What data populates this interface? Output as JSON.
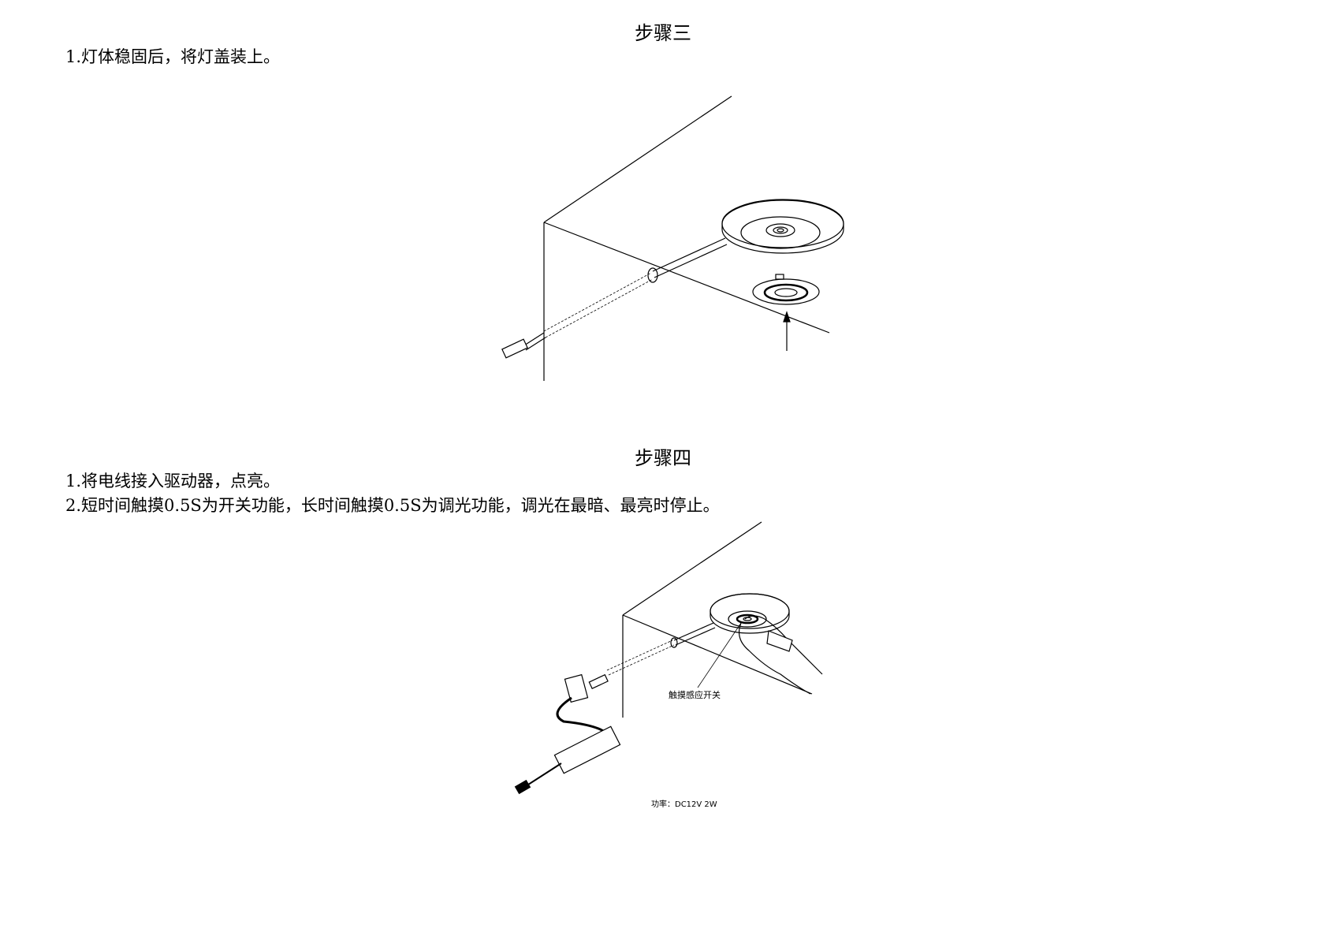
{
  "step3": {
    "title": "步骤三",
    "instructions": [
      "1.灯体稳固后，将灯盖装上。"
    ]
  },
  "step4": {
    "title": "步骤四",
    "instructions": [
      "1.将电线接入驱动器，点亮。",
      "2.短时间触摸0.5S为开关功能，长时间触摸0.5S为调光功能，调光在最暗、最亮时停止。"
    ],
    "touch_label": "触摸感应开关",
    "power_label": "功率：DC12V 2W"
  }
}
